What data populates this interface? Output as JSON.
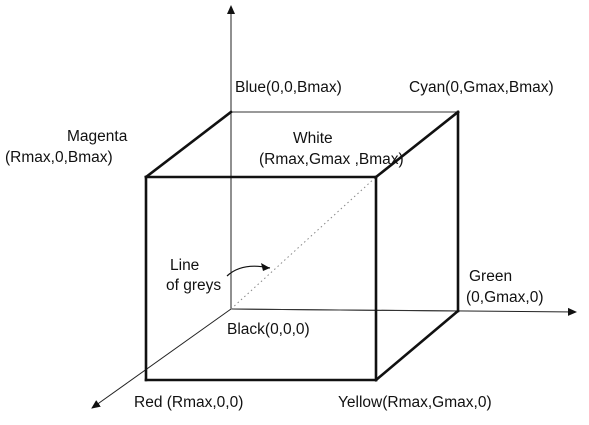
{
  "labels": {
    "blue": "Blue(0,0,Bmax)",
    "cyan": "Cyan(0,Gmax,Bmax)",
    "magenta_name": "Magenta",
    "magenta_coords": "(Rmax,0,Bmax)",
    "white_name": "White",
    "white_coords": "(Rmax,Gmax ,Bmax)",
    "line_of_greys_1": "Line",
    "line_of_greys_2": "of greys",
    "green_name": "Green",
    "green_coords": "(0,Gmax,0)",
    "black": "Black(0,0,0)",
    "red": "Red (Rmax,0,0)",
    "yellow": "Yellow(Rmax,Gmax,0)"
  }
}
